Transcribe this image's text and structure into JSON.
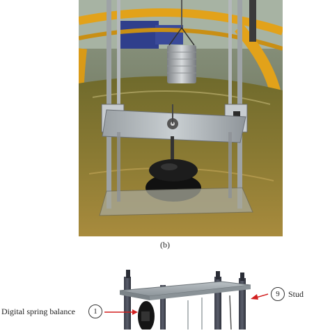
{
  "figure": {
    "caption": "(b)",
    "callouts": [
      {
        "number": "1",
        "label": "Digital spring balance"
      },
      {
        "number": "9",
        "label": "Stud"
      }
    ]
  }
}
